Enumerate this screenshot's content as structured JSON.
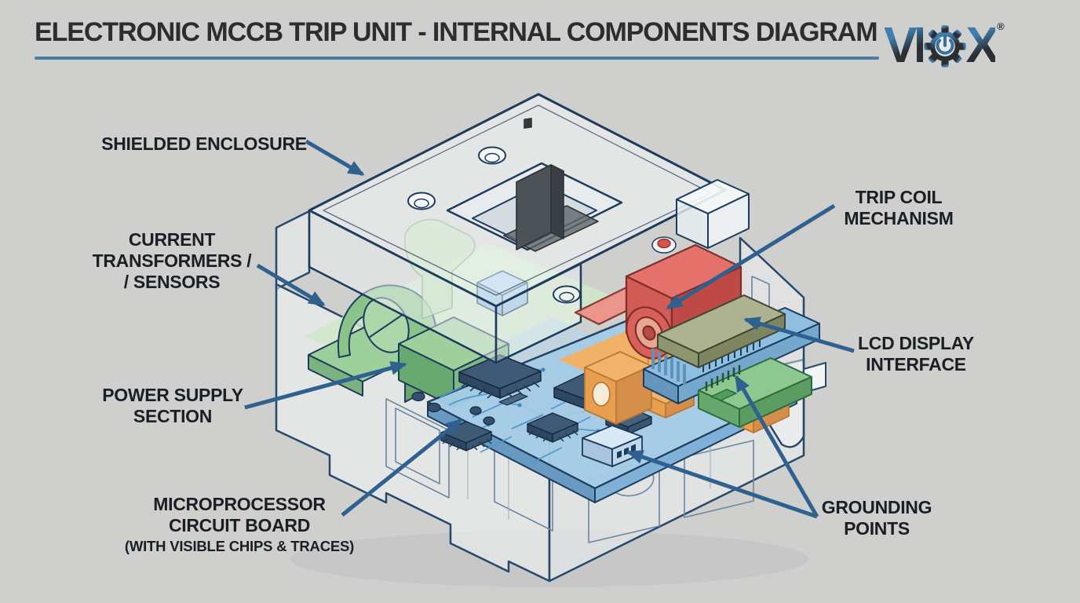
{
  "header": {
    "title": "ELECTRONIC MCCB TRIP UNIT - INTERNAL COMPONENTS DIAGRAM",
    "logo": {
      "left": "VI",
      "right": "X",
      "registered": "®",
      "gear_icon": "gear-power-icon"
    }
  },
  "labels": [
    {
      "id": "shielded-enclosure",
      "lines": [
        "SHIELDED ENCLOSURE"
      ]
    },
    {
      "id": "current-transformers-sensors",
      "lines": [
        "CURRENT",
        "TRANSFORMERS /",
        "/ SENSORS"
      ]
    },
    {
      "id": "power-supply-section",
      "lines": [
        "POWER SUPPLY",
        "SECTION"
      ]
    },
    {
      "id": "microprocessor-circuit-board",
      "lines": [
        "MICROPROCESSOR",
        "CIRCUIT BOARD",
        "(WITH VISIBLE CHIPS & TRACES)"
      ]
    },
    {
      "id": "trip-coil-mechanism",
      "lines": [
        "TRIP COIL",
        "MECHANISM"
      ]
    },
    {
      "id": "lcd-display-interface",
      "lines": [
        "LCD DISPLAY",
        "INTERFACE"
      ]
    },
    {
      "id": "grounding-points",
      "lines": [
        "GROUNDING",
        "POINTS"
      ]
    }
  ],
  "colors": {
    "background": "#e9e9e7",
    "title_text": "#2c2d2f",
    "title_underline": "#4b7ca6",
    "label_text": "#1a1f26",
    "arrow": "#2e618f",
    "case_outline": "#1d3c5d",
    "green_component": "#8ac48b",
    "green_deck": "#cfe8c8",
    "blue_pcb": "#a5cce6",
    "pcb_trace": "#4f97cc",
    "chip": "#3f5a77",
    "orange_section": "#f1b169",
    "red_trip_coil": "#e4726b",
    "lcd_olive": "#adb391",
    "green_board": "#8cc88f",
    "toggle_gray": "#4d5257",
    "logo_blue": "#3f7eae",
    "logo_dark": "#2b2e33"
  }
}
